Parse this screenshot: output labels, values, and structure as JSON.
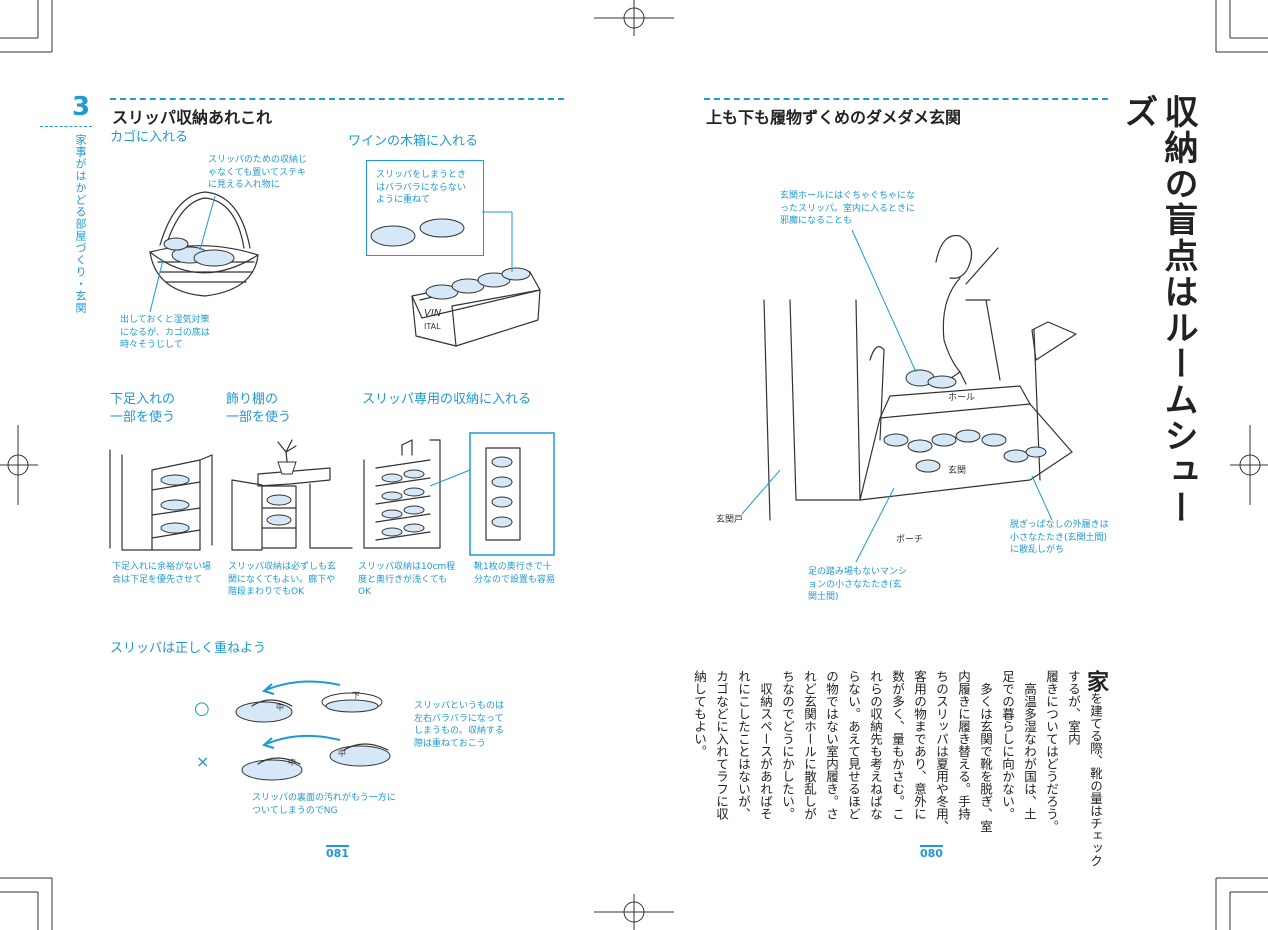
{
  "colors": {
    "accent": "#1e9ad6",
    "slipper": "#d6e8f7"
  },
  "left": {
    "chapter_number": "3",
    "chapter_title": "家事がはかどる部屋づくり・玄関",
    "page_title": "スリッパ収納あれこれ",
    "kago": {
      "heading": "カゴに入れる",
      "note1": "スリッパのための収納じゃなくても置いてステキに見える入れ物に",
      "note2": "出しておくと湿気対策になるが、カゴの底は時々そうじして"
    },
    "wine": {
      "heading": "ワインの木箱に入れる",
      "note": "スリッパをしまうときはバラバラにならないように重ねて",
      "box_label1": "VIN",
      "box_label2": "ITAL"
    },
    "option1": {
      "heading1": "下足入れの",
      "heading2": "一部を使う",
      "note": "下足入れに余裕がない場合は下足を優先させて"
    },
    "option2": {
      "heading1": "飾り棚の",
      "heading2": "一部を使う",
      "note": "スリッパ収納は必ずしも玄関になくてもよい。廊下や階段まわりでもOK"
    },
    "option3": {
      "heading": "スリッパ専用の収納に入れる",
      "note1": "スリッパ収納は10cm程度と奥行きが浅くてもOK",
      "note2": "靴1枚の奥行きで十分なので設置も容易"
    },
    "stack": {
      "heading": "スリッパは正しく重ねよう",
      "good_mark": "○",
      "bad_mark": "×",
      "good_note": "スリッパというものは左右バラバラになってしまうもの。収納する際は重ねておこう",
      "bad_note": "スリッパの裏面の汚れがもう一方についてしまうのでNG",
      "label_naka": "中",
      "label_shita": "下"
    },
    "page_number": "081"
  },
  "right": {
    "vertical_title": "収納の盲点はルームシューズ",
    "page_title": "上も下も履物ずくめのダメダメ玄関",
    "notes": {
      "top": "玄関ホールにはぐちゃぐちゃになったスリッパ。室内に入るときに邪魔になることも",
      "door": "玄関戸",
      "porch": "ポーチ",
      "hall": "ホール",
      "genkan": "玄関",
      "bottom": "足の踏み場もないマンションの小さなたたき(玄関土間)",
      "right": "脱ぎっぱなしの外履きは小さなたたき(玄関土間)に散乱しがち"
    },
    "body_drop": "家",
    "body_columns": [
      "を建てる際、靴の量はチェックするが、室内",
      "履きについてはどうだろう。",
      "高温多湿なわが国は、土",
      "足での暮らしに向かない。",
      "多くは玄関で靴を脱ぎ、室",
      "内履きに履き替える。手持",
      "ちのスリッパは夏用や冬用、",
      "客用の物まであり、意外に",
      "数が多く、量もかさむ。こ",
      "れらの収納先も考えねばな",
      "らない。あえて見せるほど",
      "の物ではない室内履き。さ",
      "れど玄関ホールに散乱しが",
      "ちなのでどうにかしたい。",
      "収納スペースがあればそ",
      "れにこしたことはないが、",
      "カゴなどに入れてラフに収",
      "納してもよい。"
    ],
    "page_number": "080"
  }
}
